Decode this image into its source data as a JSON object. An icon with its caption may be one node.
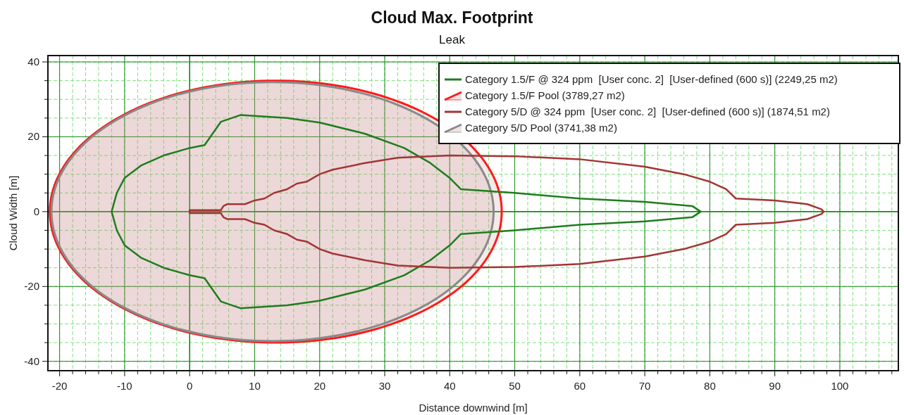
{
  "diagram": {
    "title": "Cloud Max. Footprint",
    "labels": [
      "Leak"
    ],
    "legend": [
      {
        "text": "Category 1.5/F @ 324 ppm  [User conc. 2]  [User-defined (600 s)] (2249,25 m2)"
      },
      {
        "text": "Category 1.5/F Pool (3789,27 m2)"
      },
      {
        "text": "Category 5/D @ 324 ppm  [User conc. 2]  [User-defined (600 s)] (1874,51 m2)"
      },
      {
        "text": "Category 5/D Pool (3741,38 m2)"
      }
    ],
    "chart_data": {
      "type": "line",
      "xlabel": "Distance downwind [m]",
      "ylabel": "Cloud Width [m]",
      "xlim": [
        -21.8,
        109
      ],
      "ylim": [
        -42.5,
        41.7
      ],
      "xticks": [
        -20,
        -10,
        0,
        10,
        20,
        30,
        40,
        50,
        60,
        70,
        80,
        90,
        100
      ],
      "yticks": [
        -40,
        -20,
        0,
        20,
        40
      ],
      "grid": true
    }
  }
}
